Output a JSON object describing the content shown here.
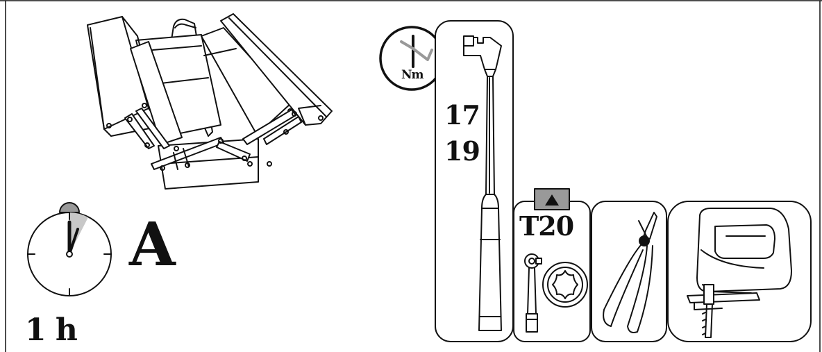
{
  "colors": {
    "line": "#111111",
    "gray_accent": "#999999",
    "wedge": "#c8c8c8"
  },
  "icons": [
    "toolbox-icon",
    "stopwatch-icon",
    "torque-wrench-icon",
    "socket-wrench-icon",
    "torx-bit-icon",
    "pliers-icon",
    "jigsaw-icon",
    "up-arrow-icon"
  ],
  "assembly": {
    "duration_label": "1 h",
    "difficulty_grade": "A"
  },
  "torque": {
    "unit_label": "Nm",
    "socket_sizes": [
      "17",
      "19"
    ]
  },
  "torx_bit": {
    "size_label": "T20"
  }
}
